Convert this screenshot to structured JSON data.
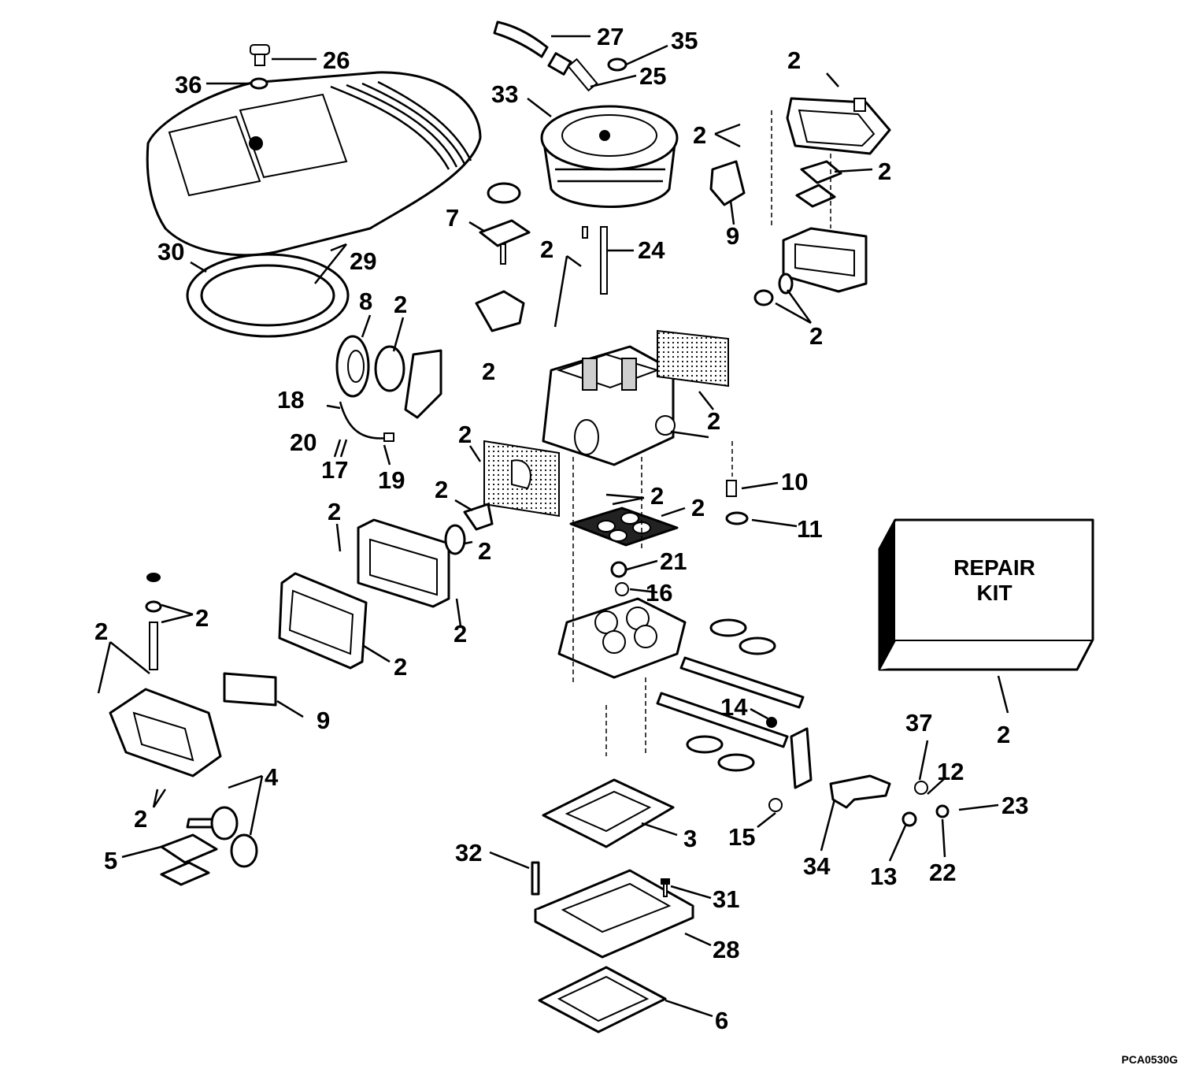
{
  "callouts": [
    "2",
    "3",
    "4",
    "5",
    "6",
    "7",
    "8",
    "9",
    "10",
    "11",
    "12",
    "13",
    "14",
    "15",
    "16",
    "17",
    "18",
    "19",
    "20",
    "21",
    "22",
    "23",
    "24",
    "25",
    "26",
    "27",
    "28",
    "29",
    "30",
    "31",
    "32",
    "33",
    "34",
    "35",
    "36",
    "37"
  ],
  "repair_kit": {
    "line1": "REPAIR",
    "line2": "KIT",
    "callout": "2"
  },
  "drawing_code": "PCA0530G"
}
